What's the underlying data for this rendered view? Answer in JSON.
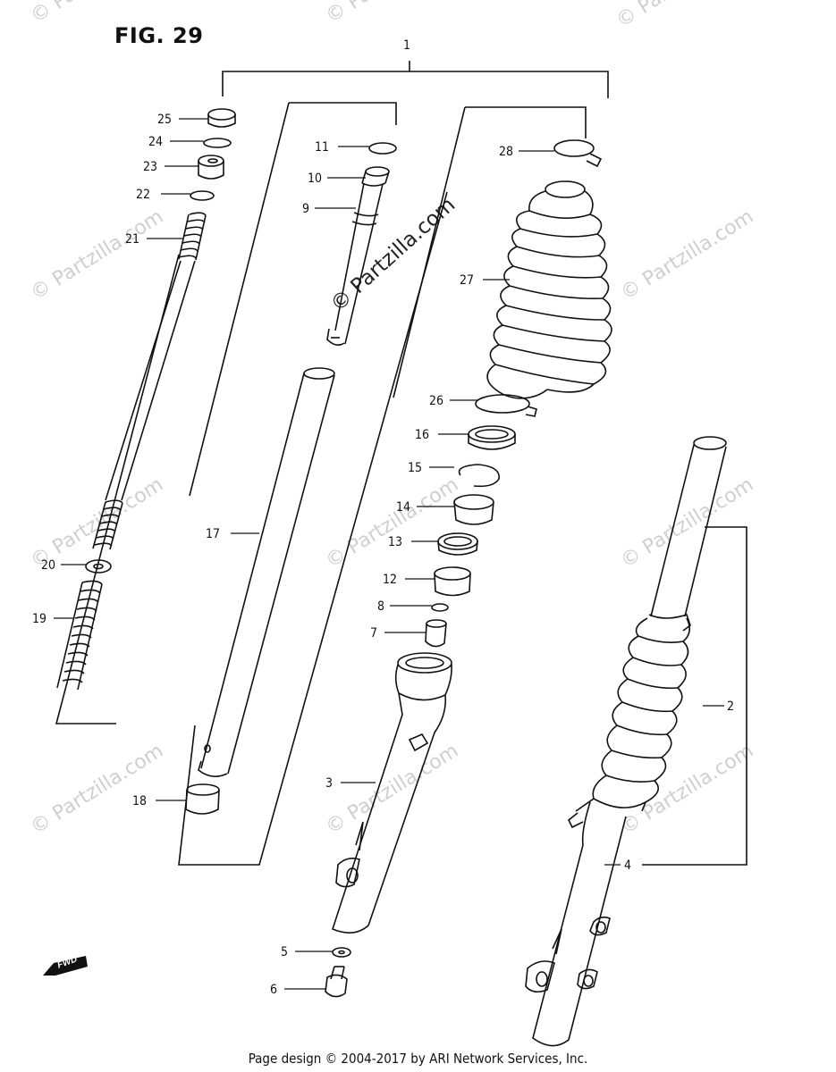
{
  "title": "FIG. 29",
  "watermark_main": "© Partzilla.com",
  "watermark_repeat": "© Partzilla.com",
  "footer": "Page design © 2004-2017 by ARI Network Services, Inc.",
  "fwd_label": "FWD",
  "callouts": {
    "c1": "1",
    "c2": "2",
    "c3": "3",
    "c4": "4",
    "c5": "5",
    "c6": "6",
    "c7": "7",
    "c8": "8",
    "c9": "9",
    "c10": "10",
    "c11": "11",
    "c12": "12",
    "c13": "13",
    "c14": "14",
    "c15": "15",
    "c16": "16",
    "c17": "17",
    "c18": "18",
    "c19": "19",
    "c20": "20",
    "c21": "21",
    "c22": "22",
    "c23": "23",
    "c24": "24",
    "c25": "25",
    "c26": "26",
    "c27": "27",
    "c28": "28"
  }
}
